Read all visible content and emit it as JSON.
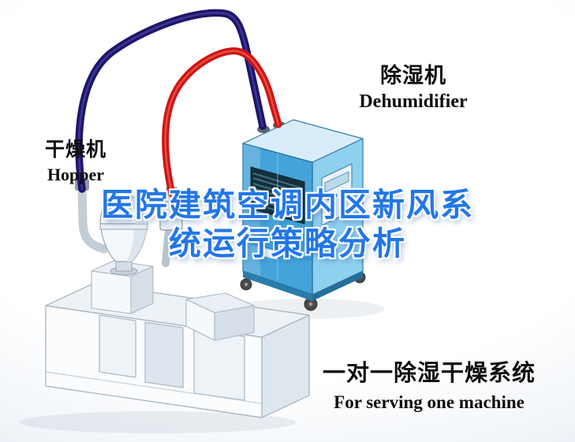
{
  "scene": {
    "title_watermark": {
      "line1": "医院建筑空调内区新风系",
      "line2": "统运行策略分析"
    },
    "hopper_label": {
      "cn": "干燥机",
      "en": "Hopper"
    },
    "dehumidifier_label": {
      "cn": "除湿机",
      "en": "Dehumidifier"
    },
    "system_label": {
      "cn": "一对一除湿干燥系统",
      "en": "For serving one machine"
    }
  },
  "colors": {
    "watermark-blue": "#2277e8",
    "pipe-red": "#cf1414",
    "pipe-navy": "#1d1668",
    "dehumidifier-front": "#45a3d9",
    "dehumidifier-side": "#8fd0ee",
    "dehumidifier-top": "#d8edf9",
    "machine-body": "#fafcfd",
    "background-edge": "#d9e2ec",
    "label-text": "#0e0e0e"
  },
  "icons": {
    "dehumidifier-illustration": "isometric blue dehumidifier cabinet with louver vents and casters",
    "drying-hopper-illustration": "white drying hopper funnel with dome lid",
    "molding-machine-illustration": "white isometric injection molding machine with access panels",
    "hose-navy": "dark blue return air hose",
    "hose-red": "red dry air hose"
  }
}
